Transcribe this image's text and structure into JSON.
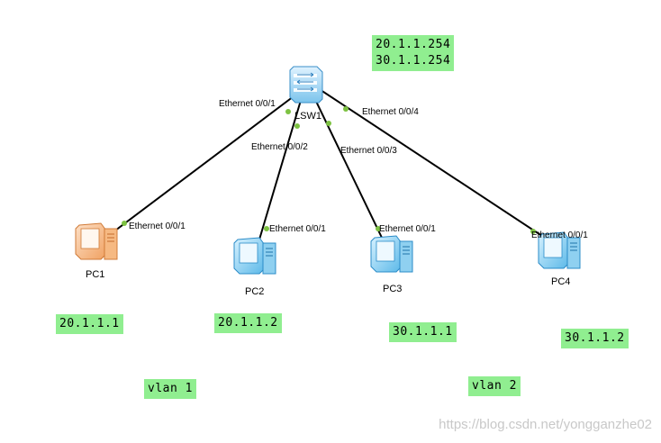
{
  "switch": {
    "name": "LSW1",
    "gateways": [
      "20.1.1.254",
      "30.1.1.254"
    ]
  },
  "links": [
    {
      "switch_port": "Ethernet 0/0/1",
      "pc_port": "Ethernet 0/0/1"
    },
    {
      "switch_port": "Ethernet 0/0/2",
      "pc_port": "Ethernet 0/0/1"
    },
    {
      "switch_port": "Ethernet 0/0/3",
      "pc_port": "Ethernet 0/0/1"
    },
    {
      "switch_port": "Ethernet 0/0/4",
      "pc_port": "Ethernet 0/0/1"
    }
  ],
  "pcs": [
    {
      "name": "PC1",
      "ip": "20.1.1.1"
    },
    {
      "name": "PC2",
      "ip": "20.1.1.2"
    },
    {
      "name": "PC3",
      "ip": "30.1.1.1"
    },
    {
      "name": "PC4",
      "ip": "30.1.1.2"
    }
  ],
  "vlans": [
    {
      "label": "vlan 1"
    },
    {
      "label": "vlan 2"
    }
  ],
  "watermark": "https://blog.csdn.net/yongganzhe02",
  "colors": {
    "link": "#000000",
    "port_dot": "#7dc242",
    "label_bg": "#90ee90",
    "pc_highlight": "#f0a060",
    "pc_normal": "#5ab8e8"
  }
}
